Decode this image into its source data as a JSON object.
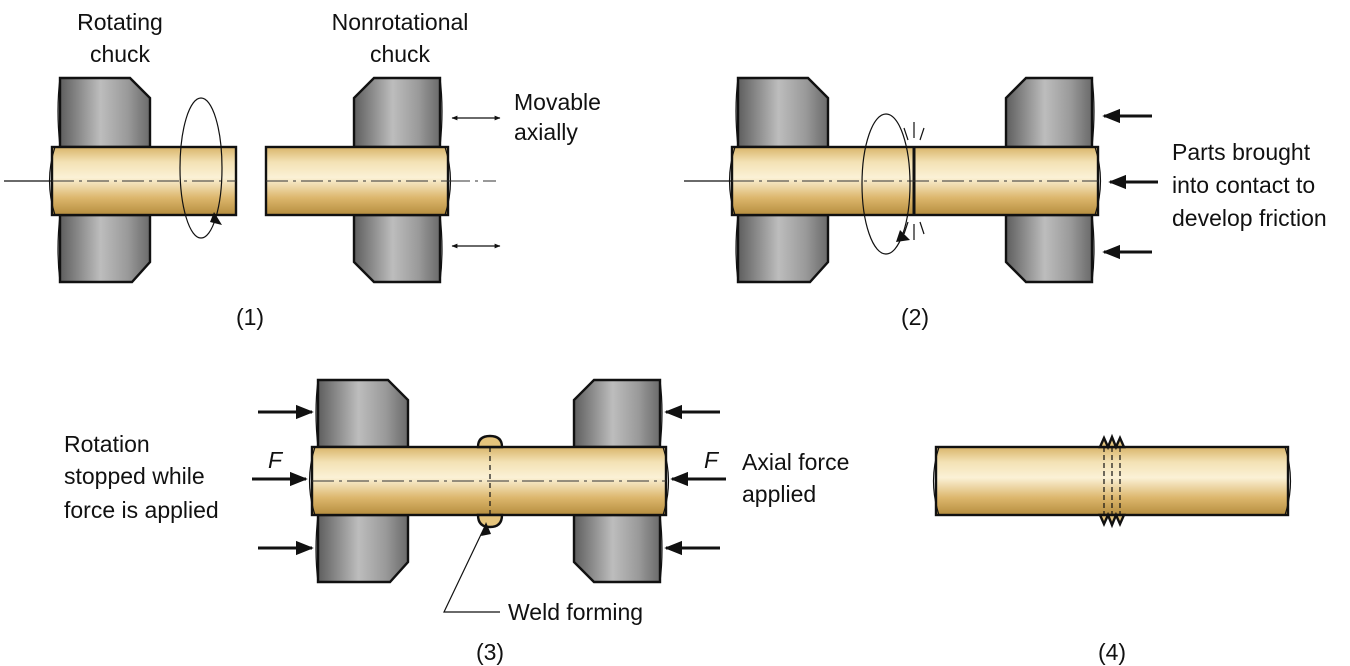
{
  "labels": {
    "rotating_chuck_1": "Rotating",
    "rotating_chuck_2": "chuck",
    "nonrot_chuck_1": "Nonrotational",
    "nonrot_chuck_2": "chuck",
    "movable_1": "Movable",
    "movable_2": "axially",
    "parts_1": "Parts brought",
    "parts_2": "into contact to",
    "parts_3": "develop friction",
    "rotation_1": "Rotation",
    "rotation_2": "stopped while",
    "rotation_3": "force is applied",
    "axial_1": "Axial force",
    "axial_2": "applied",
    "force_left": "F",
    "force_right": "F",
    "weld_forming": "Weld forming"
  },
  "steps": [
    "(1)",
    "(2)",
    "(3)",
    "(4)"
  ],
  "colors": {
    "chuck": "#8a8a8a",
    "workpiece": "#d6b36a",
    "outline": "#111111"
  }
}
